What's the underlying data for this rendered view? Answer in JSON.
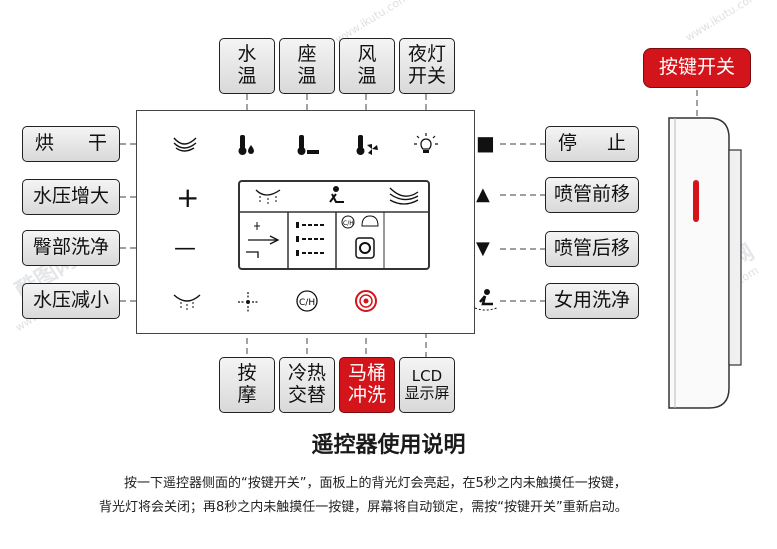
{
  "top_buttons": [
    {
      "label": "水\n温"
    },
    {
      "label": "座\n温"
    },
    {
      "label": "风\n温"
    },
    {
      "label": "夜灯\n开关"
    }
  ],
  "left_buttons": [
    {
      "label_a": "烘",
      "label_b": "干"
    },
    {
      "label": "水压增大"
    },
    {
      "label": "臀部洗净"
    },
    {
      "label": "水压减小"
    }
  ],
  "right_buttons": [
    {
      "label_a": "停",
      "label_b": "止"
    },
    {
      "label": "喷管前移"
    },
    {
      "label": "喷管后移"
    },
    {
      "label": "女用洗净"
    }
  ],
  "bottom_buttons": [
    {
      "label": "按\n摩"
    },
    {
      "label": "冷热\n交替"
    },
    {
      "label": "马桶\n冲洗"
    },
    {
      "label": "LCD\n显示屏"
    }
  ],
  "side_button": {
    "label": "按键开关"
  },
  "panel_symbols": {
    "plus": "+",
    "minus": "—",
    "stop": "■",
    "up": "▲",
    "down": "▼"
  },
  "lcd_panel": {
    "cold_hot_icon": "C/H"
  },
  "title": "遥控器使用说明",
  "instructions": {
    "line1": "按一下遥控器侧面的“按键开关”，面板上的背光灯会亮起，在5秒之内未触摸任一按键，",
    "line2": "背光灯将会关闭；再8秒之内未触摸任一按键，屏幕将自动锁定，需按“按键开关”重新启动。"
  },
  "watermark": {
    "brand": "酷图网",
    "url": "www.ikutu.com"
  },
  "colors": {
    "accent_red": "#d4141b",
    "button_border": "#222222",
    "leader_line": "#666666"
  },
  "icons": [
    "dryer-icon",
    "water-temp-icon",
    "seat-temp-icon",
    "wind-temp-icon",
    "night-light-icon",
    "massage-icon",
    "cold-hot-icon",
    "flush-icon",
    "female-wash-icon",
    "pressure-down-icon"
  ]
}
